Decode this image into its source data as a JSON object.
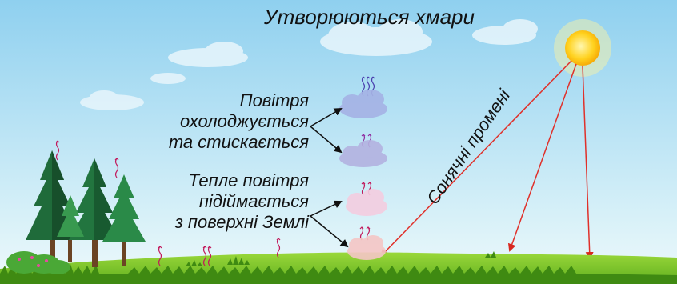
{
  "title": "Утворюються хмари",
  "cooling_label": [
    "Повітря",
    "охолоджується",
    "та стискається"
  ],
  "warm_label": [
    "Тепле повітря",
    "підіймається",
    "з поверхні Землі"
  ],
  "rays_label": "Сонячні промені",
  "colors": {
    "sky_top": "#8fd0ef",
    "sky_bottom": "#e9f7fb",
    "ground": "#7cc42a",
    "grass": "#3f8a12",
    "ray": "#e0302a",
    "sun": "#ffd21f",
    "cloud_cool": "#a8b3e6",
    "cloud_warm": "#f5c6d3"
  },
  "icons": [
    "sun-icon",
    "tree-icon",
    "cloud-icon",
    "arrow-icon",
    "heat-wave-icon"
  ]
}
